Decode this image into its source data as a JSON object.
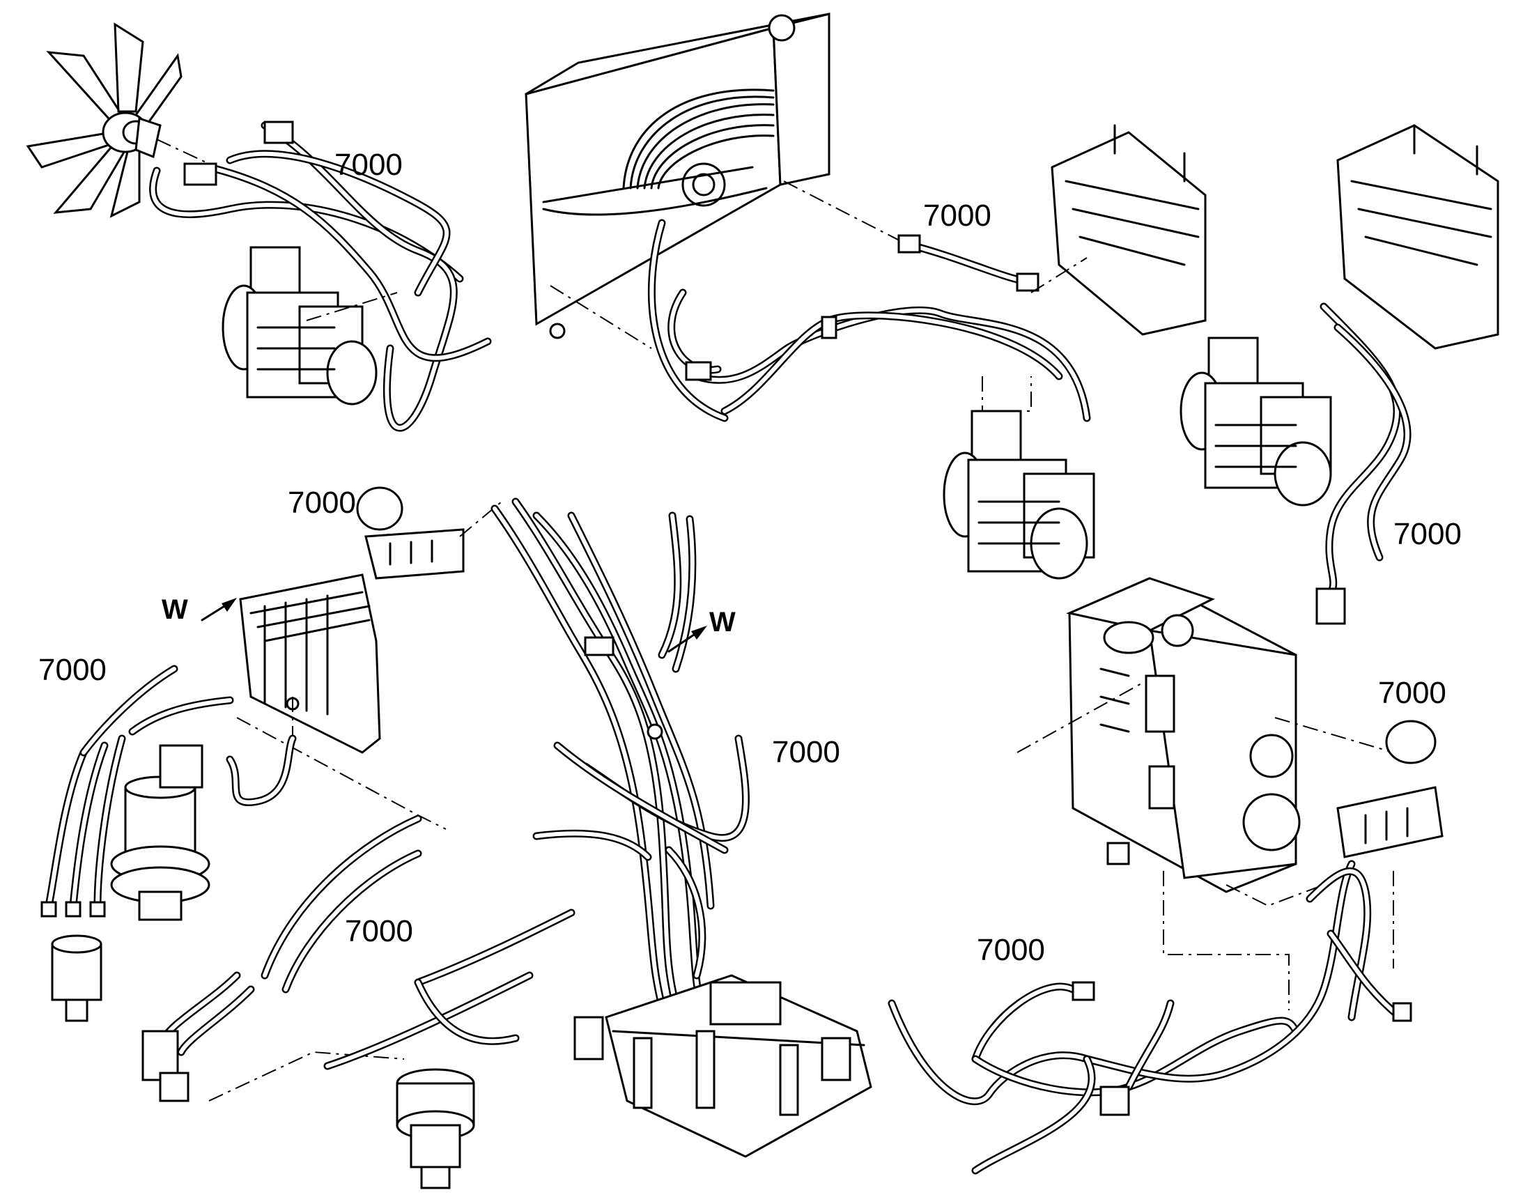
{
  "callouts": {
    "ref_top_left": "7000",
    "ref_radiator": "7000",
    "ref_right_pump": "7000",
    "ref_valve_top": "7000",
    "ref_valve_left": "7000",
    "ref_center": "7000",
    "ref_bottom_left": "7000",
    "ref_right_accumulator": "7000",
    "ref_bottom_right": "7000"
  },
  "view_markers": {
    "left": "W",
    "center": "W"
  }
}
